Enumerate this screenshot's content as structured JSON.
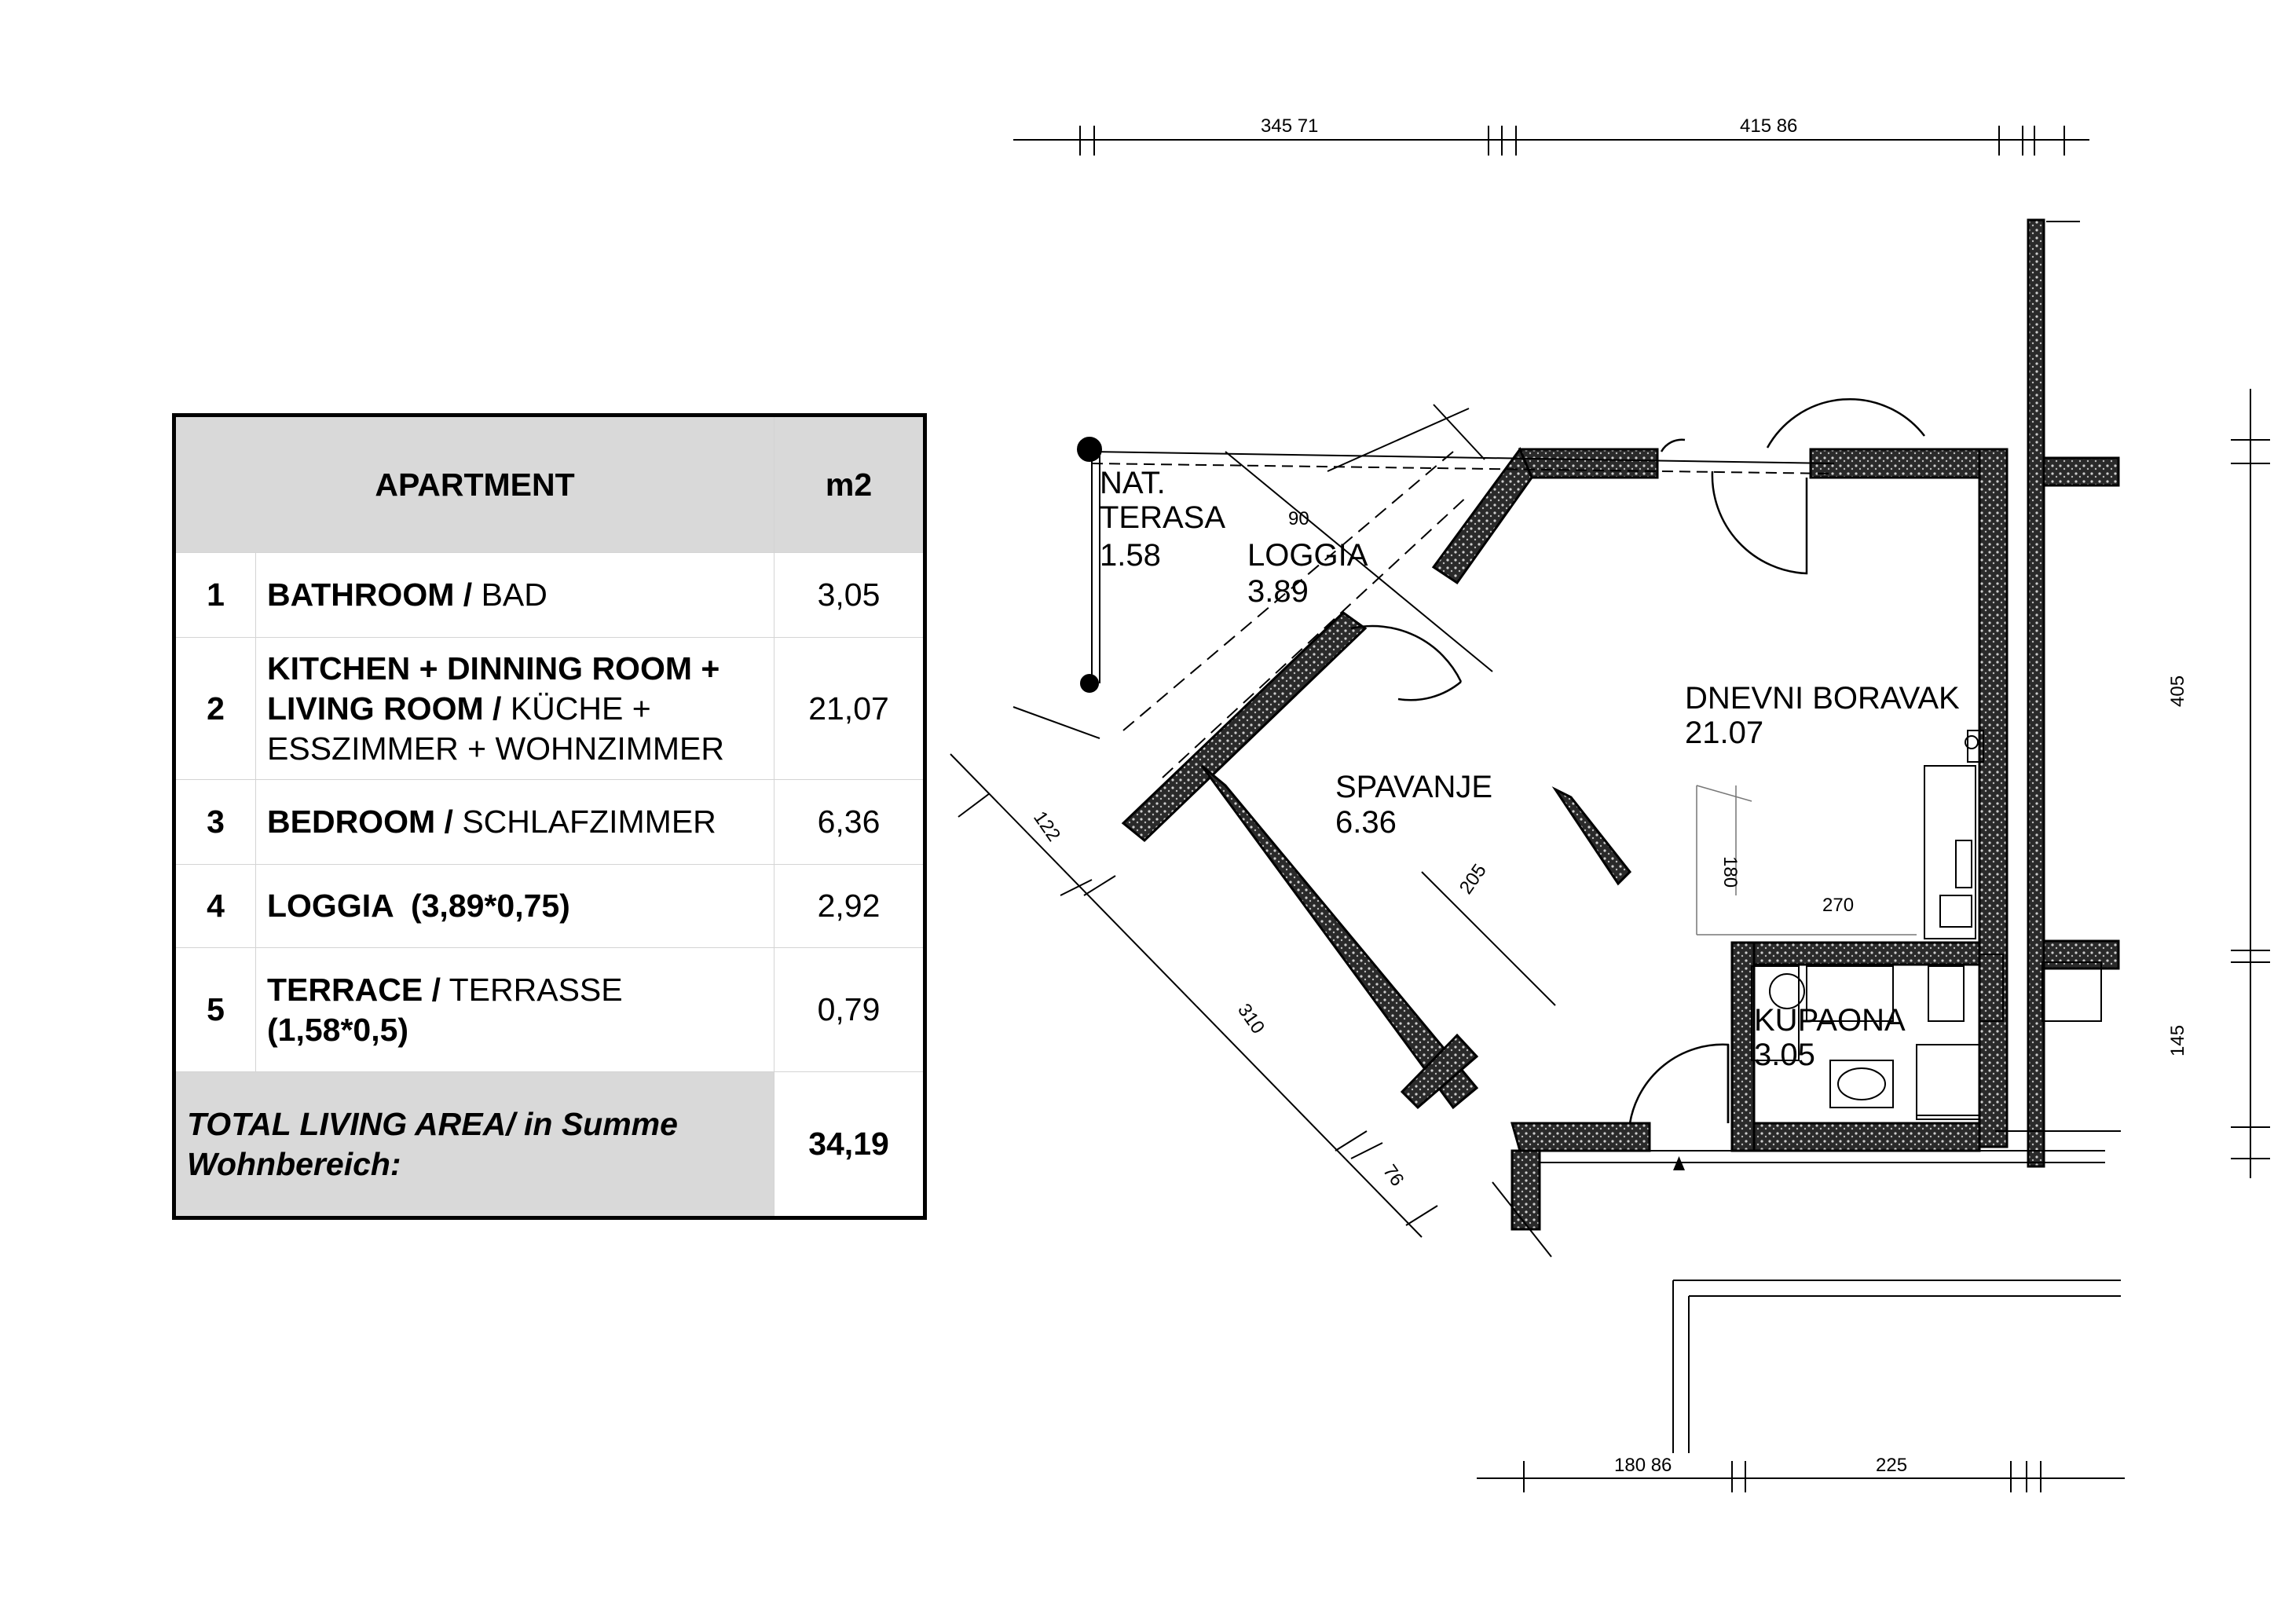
{
  "table": {
    "header": {
      "title": "APARTMENT",
      "unit": "m2"
    },
    "rows": [
      {
        "num": "1",
        "name_bold": "BATHROOM /",
        "name_regular": "BAD",
        "value": "3,05"
      },
      {
        "num": "2",
        "name_bold": "KITCHEN + DINNING ROOM + LIVING ROOM /",
        "name_regular": "KÜCHE + ESSZIMMER + WOHNZIMMER",
        "value": "21,07"
      },
      {
        "num": "3",
        "name_bold": "BEDROOM /",
        "name_regular": "SCHLAFZIMMER",
        "value": "6,36"
      },
      {
        "num": "4",
        "name_bold": "LOGGIA  (3,89*0,75)",
        "name_regular": "",
        "value": "2,92"
      },
      {
        "num": "5",
        "name_bold": "TERRACE /",
        "name_regular": "TERRASSE",
        "name_bold_2": "(1,58*0,5)",
        "value": "0,79"
      }
    ],
    "total": {
      "label": "TOTAL LIVING AREA/ in Summe Wohnbereich:",
      "value": "34,19"
    }
  },
  "plan": {
    "rooms": {
      "terrace": {
        "line1": "NAT.",
        "line2": "TERASA",
        "area": "1.58"
      },
      "loggia": {
        "name": "LOGGIA",
        "area": "3.89"
      },
      "living": {
        "name": "DNEVNI BORAVAK",
        "area": "21.07"
      },
      "bedroom": {
        "name": "SPAVANJE",
        "area": "6.36"
      },
      "bathroom": {
        "name": "KUPAONA",
        "area": "3.05"
      }
    },
    "dimensions": {
      "top_left": "345 71",
      "top_right": "415 86",
      "right_upper": "405",
      "right_lower": "145",
      "bottom_left": "180 86",
      "bottom_right": "225",
      "diag_122": "122",
      "diag_310": "310",
      "diag_76": "76",
      "bed_205": "205",
      "kitchen_180": "180",
      "kitchen_270": "270",
      "door_90": "90"
    }
  }
}
